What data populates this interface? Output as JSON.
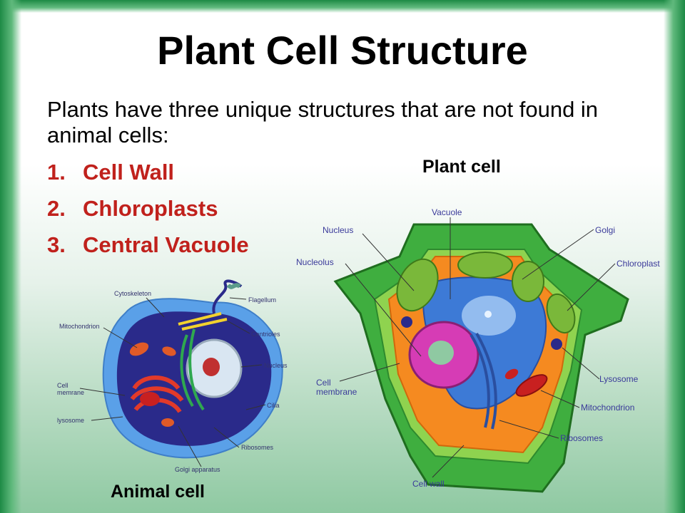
{
  "title": "Plant Cell Structure",
  "intro": "Plants have three unique structures that are not found in animal cells:",
  "structures": [
    {
      "number": "1.",
      "label": "Cell Wall"
    },
    {
      "number": "2.",
      "label": "Chloroplasts"
    },
    {
      "number": "3.",
      "label": "Central Vacuole"
    }
  ],
  "plant_cell": {
    "caption": "Plant cell",
    "labels": {
      "vacuole": "Vacuole",
      "nucleus": "Nucleus",
      "nucleolus": "Nucleolus",
      "golgi": "Golgi",
      "chloroplast": "Chloroplast",
      "cell_membrane_1": "Cell",
      "cell_membrane_2": "membrane",
      "lysosome": "Lysosome",
      "mitochondrion": "Mitochondrion",
      "ribosomes": "Ribosomes",
      "cell_wall": "Cell wall"
    }
  },
  "animal_cell": {
    "caption": "Animal cell",
    "labels": {
      "cytoskeleton": "Cytoskeleton",
      "flagellum": "Flagellum",
      "mitochondrion": "Mitochondrion",
      "centrioles": "Centrioles",
      "nucleus": "Nucleus",
      "cell_membrane_1": "Cell",
      "cell_membrane_2": "memrane",
      "cilia": "Cilia",
      "lysosome": "lysosome",
      "ribosomes": "Ribosomes",
      "golgi_apparatus": "Golgi apparatus"
    }
  },
  "colors": {
    "accent_red": "#c0211c",
    "frame_green": "#1d8a45",
    "label_blue": "#3a3a9a"
  }
}
